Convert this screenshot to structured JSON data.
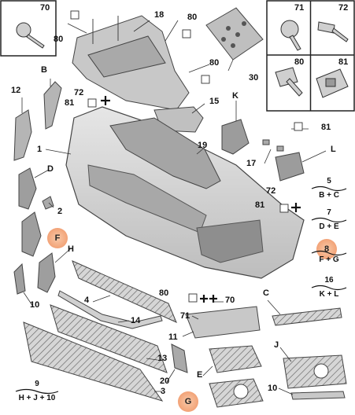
{
  "inset_boxes": {
    "box_70": "70",
    "box_71": "71",
    "box_72": "72",
    "box_80": "80",
    "box_81": "81"
  },
  "labels": {
    "l18": "18",
    "l80a": "80",
    "l80b": "80",
    "l80c": "80",
    "l30": "30",
    "l72a": "72",
    "l81a": "81",
    "l15": "15",
    "lB": "B",
    "l12": "12",
    "l1": "1",
    "lD": "D",
    "lK": "K",
    "l81b": "81",
    "l19": "19",
    "l17": "17",
    "lL": "L",
    "l72b": "72",
    "l81c": "81",
    "l2": "2",
    "lH": "H",
    "l10a": "10",
    "l4": "4",
    "l14": "14",
    "l80d": "80",
    "l70": "70",
    "l71": "71",
    "lC": "C",
    "l11": "11",
    "l13": "13",
    "lJ": "J",
    "lE": "E",
    "l20": "20",
    "l3": "3",
    "l10b": "10"
  },
  "groups": {
    "g5_num": "5",
    "g5_sub": "B + C",
    "g7_num": "7",
    "g7_sub": "D + E",
    "g8_sub": "F + G",
    "g16_num": "16",
    "g16_sub": "K + L",
    "g9_num": "9",
    "g9_sub": "H + J + 10"
  },
  "highlights": {
    "hF": "F",
    "h8": "8",
    "hG": "G"
  }
}
